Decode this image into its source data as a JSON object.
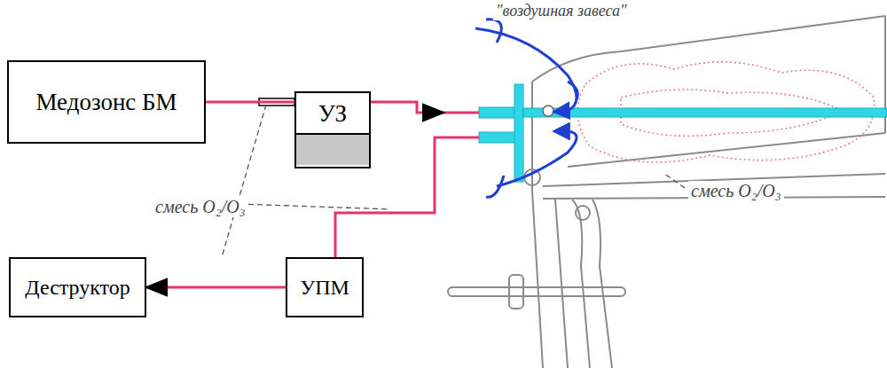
{
  "diagram": {
    "nodes": [
      {
        "text": [
          "Медозонс БМ"
        ]
      },
      {
        "text": [
          "УЗ"
        ]
      },
      {
        "text": [
          "Деструктор"
        ]
      },
      {
        "text": [
          "УПМ"
        ]
      }
    ],
    "edges": [
      {
        "from": 0,
        "to": 1,
        "arrow": "none"
      },
      {
        "from": 3,
        "to": 2,
        "arrow": "to"
      }
    ],
    "labels": [
      "\"воздушная завеса\"",
      "смесь O₂/O₃",
      "смесь O₂/O₃"
    ]
  }
}
